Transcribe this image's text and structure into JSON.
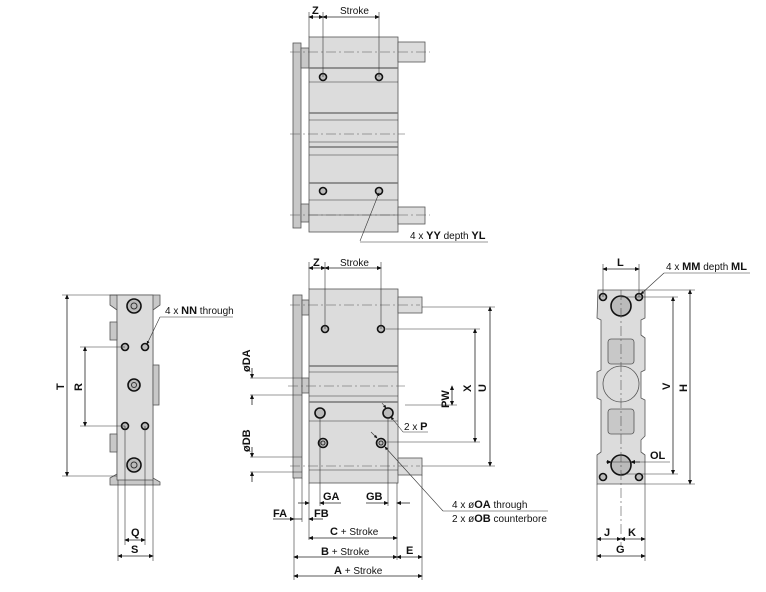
{
  "title": "Cylinder dimension drawing",
  "top_view": {
    "z": "Z",
    "stroke": "Stroke",
    "callout": {
      "prefix": "4 x ",
      "a": "YY",
      "mid": " depth ",
      "b": "YL"
    }
  },
  "front_view": {
    "z": "Z",
    "stroke": "Stroke",
    "da": "øDA",
    "db": "øDB",
    "x": "X",
    "u": "U",
    "pw": "PW",
    "p_callout": {
      "prefix": "2 x ",
      "a": "P"
    },
    "ga": "GA",
    "gb": "GB",
    "fa": "FA",
    "fb": "FB",
    "c": {
      "a": "C",
      "suffix": " + Stroke"
    },
    "b": {
      "a": "B",
      "suffix": " + Stroke"
    },
    "e": "E",
    "a": {
      "a": "A",
      "suffix": " + Stroke"
    },
    "oa_callout": {
      "prefix": "4 x ø",
      "a": "OA",
      "suffix": " through"
    },
    "ob_callout": {
      "prefix": "2 x ø",
      "a": "OB",
      "suffix": " counterbore"
    }
  },
  "left_view": {
    "t": "T",
    "r": "R",
    "q": "Q",
    "s": "S",
    "callout": {
      "prefix": "4 x ",
      "a": "NN",
      "suffix": " through"
    }
  },
  "right_view": {
    "l": "L",
    "v": "V",
    "h": "H",
    "ol": "OL",
    "j": "J",
    "k": "K",
    "g": "G",
    "callout": {
      "prefix": "4 x ",
      "a": "MM",
      "mid": " depth ",
      "b": "ML"
    }
  }
}
